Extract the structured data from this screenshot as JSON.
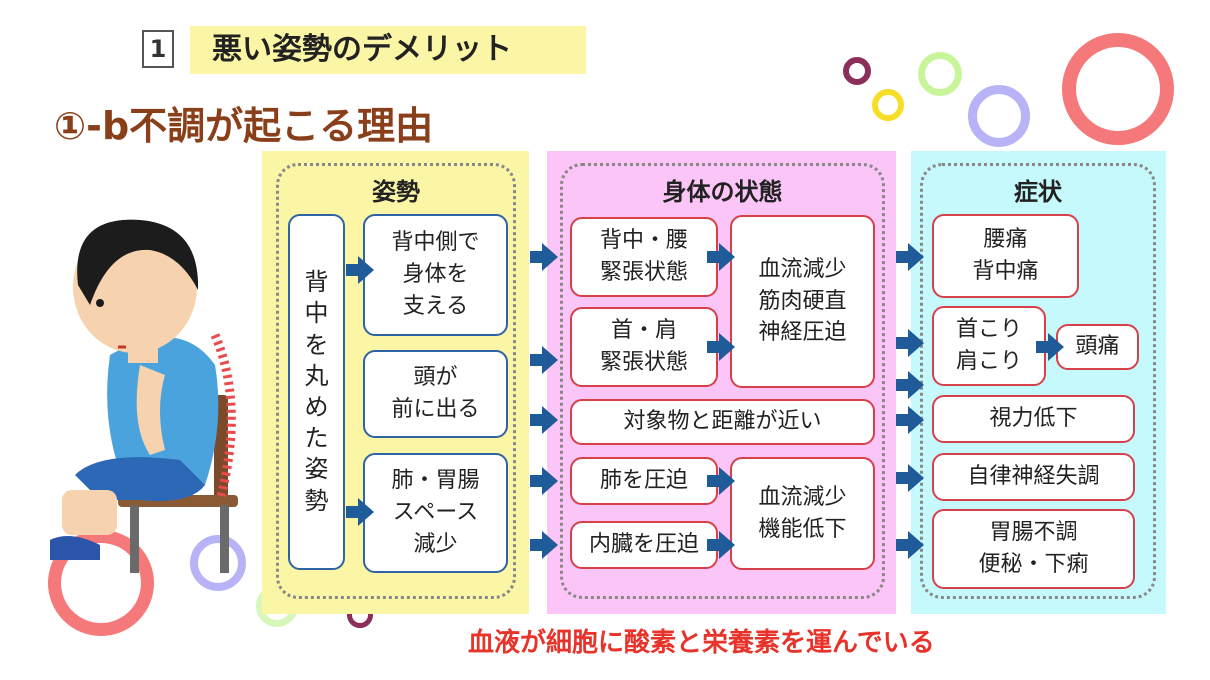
{
  "header": {
    "number": "1",
    "title": "悪い姿勢のデメリット",
    "subtitle": "①-b不調が起こる理由"
  },
  "columns": {
    "posture": {
      "heading": "姿勢",
      "main_chars": [
        "背",
        "中",
        "を",
        "丸",
        "め",
        "た",
        "姿",
        "勢"
      ],
      "items": [
        "背中側で\n身体を\n支える",
        "頭が\n前に出る",
        "肺・胃腸\nスペース\n減少"
      ]
    },
    "body_state": {
      "heading": "身体の状態",
      "items": [
        "背中・腰\n緊張状態",
        "首・肩\n緊張状態",
        "血流減少\n筋肉硬直\n神経圧迫",
        "対象物と距離が近い",
        "肺を圧迫",
        "内臓を圧迫",
        "血流減少\n機能低下"
      ]
    },
    "symptoms": {
      "heading": "症状",
      "items": [
        "腰痛\n背中痛",
        "首こり\n肩こり",
        "頭痛",
        "視力低下",
        "自律神経失調",
        "胃腸不調\n便秘・下痢"
      ]
    }
  },
  "footer": "血液が細胞に酸素と栄養素を運んでいる",
  "colors": {
    "accent_title": "#fbf6a6",
    "subtitle": "#8a3f1b",
    "panel_yellow": "#fbf6a6",
    "panel_pink": "#fbc6f7",
    "panel_cyan": "#c6f9fb",
    "border_blue": "#2f63a6",
    "border_red": "#d64049",
    "arrow": "#1f5a99",
    "footer": "#e8332b"
  }
}
